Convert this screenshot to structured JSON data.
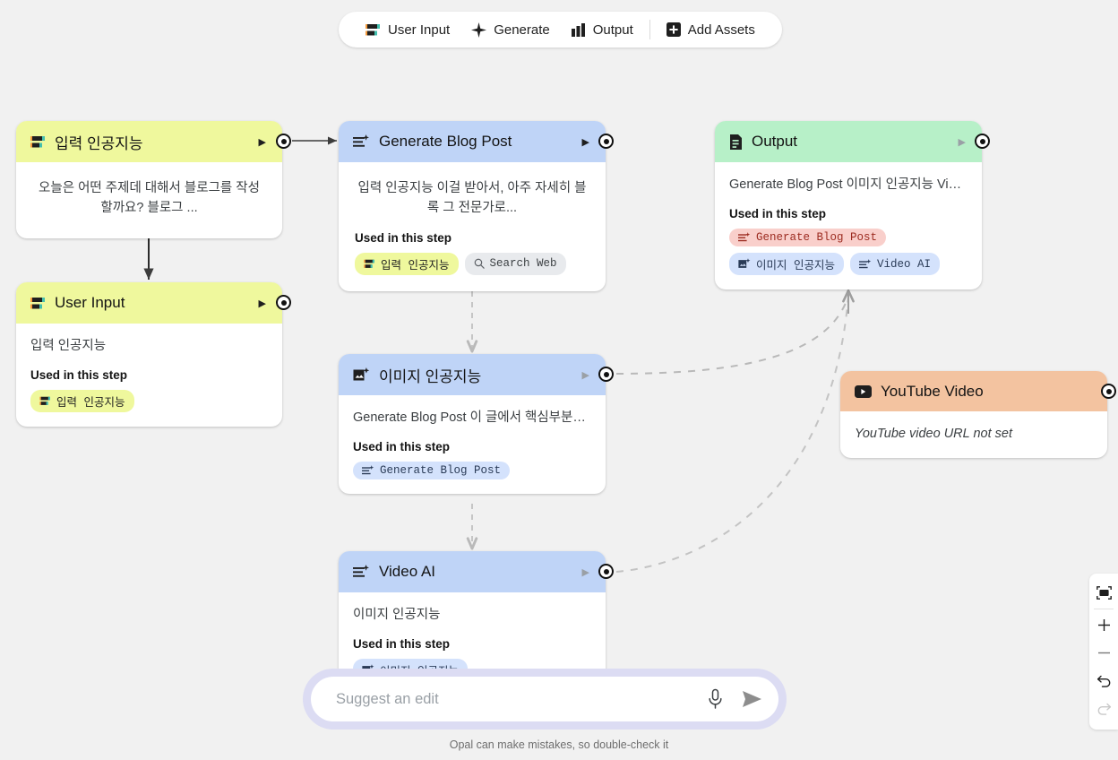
{
  "toolbar": {
    "items": [
      {
        "label": "User Input",
        "icon": "user-input-icon"
      },
      {
        "label": "Generate",
        "icon": "sparkle-icon"
      },
      {
        "label": "Output",
        "icon": "bar-chart-icon"
      },
      {
        "label": "Add Assets",
        "icon": "plus-square-icon"
      }
    ]
  },
  "nodes": {
    "input_ai": {
      "title": "입력 인공지능",
      "icon": "user-input-icon",
      "header_color": "#eff89d",
      "description": "오늘은 어떤 주제데 대해서 블로그를 작성 할까요? 블로그 ...",
      "caret": "▶"
    },
    "user_input": {
      "title": "User Input",
      "icon": "user-input-icon",
      "header_color": "#eff89d",
      "description": "입력 인공지능",
      "used_label": "Used in this step",
      "caret": "▶",
      "chips": [
        {
          "label": "입력 인공지능",
          "style": "chip-yellow",
          "icon": "user-input-icon"
        }
      ]
    },
    "generate_blog_post": {
      "title": "Generate Blog Post",
      "icon": "generate-icon",
      "header_color": "#bfd4f7",
      "description": "입력 인공지능 이걸 받아서, 아주 자세히 블록 그 전문가로...",
      "used_label": "Used in this step",
      "caret": "▶",
      "chips": [
        {
          "label": "입력 인공지능",
          "style": "chip-yellow",
          "icon": "user-input-icon"
        },
        {
          "label": "Search Web",
          "style": "chip-gray",
          "icon": "search-icon"
        }
      ]
    },
    "image_ai": {
      "title": "이미지 인공지능",
      "icon": "image-generate-icon",
      "header_color": "#bfd4f7",
      "description": "Generate Blog Post 이 글에서 핵심부분을...",
      "used_label": "Used in this step",
      "caret": "▶",
      "chips": [
        {
          "label": "Generate Blog Post",
          "style": "chip-blue",
          "icon": "generate-icon"
        }
      ]
    },
    "video_ai": {
      "title": "Video AI",
      "icon": "generate-icon",
      "header_color": "#bfd4f7",
      "description": "이미지 인공지능",
      "used_label": "Used in this step",
      "caret": "▶",
      "chips": [
        {
          "label": "이미지 인공지능",
          "style": "chip-blue",
          "icon": "image-generate-icon"
        }
      ]
    },
    "output": {
      "title": "Output",
      "icon": "document-icon",
      "header_color": "#b7f0c8",
      "description": "Generate Blog Post 이미지 인공지능 Vide...",
      "used_label": "Used in this step",
      "caret": "▶",
      "chips": [
        {
          "label": "Generate Blog Post",
          "style": "chip-red",
          "icon": "generate-icon"
        },
        {
          "label": "이미지 인공지능",
          "style": "chip-blue",
          "icon": "image-generate-icon"
        },
        {
          "label": "Video AI",
          "style": "chip-blue",
          "icon": "generate-icon"
        }
      ]
    },
    "youtube_video": {
      "title": "YouTube Video",
      "icon": "youtube-icon",
      "header_color": "#f3c3a0",
      "description": "YouTube video URL not set"
    }
  },
  "prompt": {
    "placeholder": "Suggest an edit",
    "value": "",
    "mic_icon": "microphone-icon",
    "send_icon": "send-icon"
  },
  "disclaimer": "Opal can make mistakes, so double-check it",
  "view_tools": [
    {
      "name": "fit-to-screen-button",
      "icon": "fit-screen-icon",
      "enabled": true
    },
    {
      "name": "zoom-in-button",
      "icon": "plus-icon",
      "enabled": true
    },
    {
      "name": "zoom-out-button",
      "icon": "minus-icon",
      "enabled": true
    },
    {
      "name": "undo-button",
      "icon": "undo-icon",
      "enabled": true
    },
    {
      "name": "redo-button",
      "icon": "redo-icon",
      "enabled": false
    }
  ],
  "colors": {
    "canvas": "#f1f1f1",
    "yellow": "#eff89d",
    "blue": "#bfd4f7",
    "green": "#b7f0c8",
    "peach": "#f3c3a0",
    "edge_solid": "#3c3c3c",
    "edge_dashed": "#b9b9b9"
  }
}
